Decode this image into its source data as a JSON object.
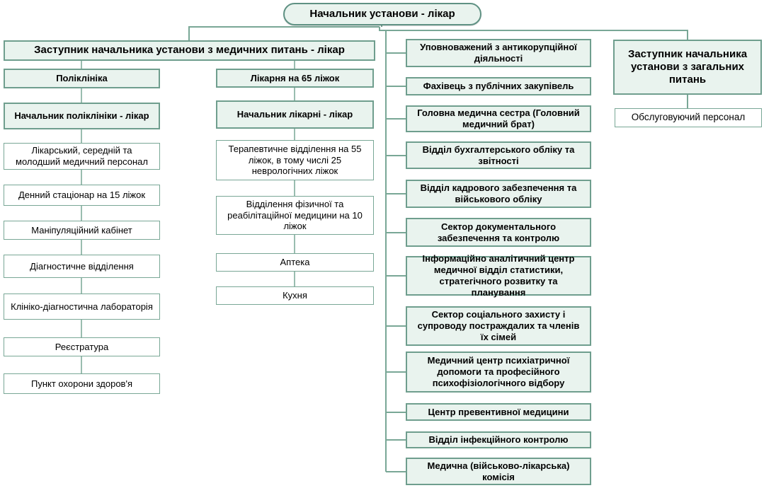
{
  "root": {
    "label": "Начальник установи - лікар"
  },
  "medical_branch": {
    "header": "Заступник начальника установи з медичних питань - лікар",
    "polyclinic": {
      "items": [
        {
          "label": "Поліклініка"
        },
        {
          "label": "Начальник поліклініки - лікар"
        },
        {
          "label": "Лікарський, середній та молодший медичний персонал"
        },
        {
          "label": "Денний стаціонар на 15 ліжок"
        },
        {
          "label": "Маніпуляційний кабінет"
        },
        {
          "label": "Діагностичне відділення"
        },
        {
          "label": "Клініко-діагностична лабораторія"
        },
        {
          "label": "Реєстратура"
        },
        {
          "label": "Пункт охорони здоров'я"
        }
      ]
    },
    "hospital": {
      "items": [
        {
          "label": "Лікарня на 65 ліжок"
        },
        {
          "label": "Начальник лікарні - лікар"
        },
        {
          "label": "Терапевтичне відділення на 55 ліжок, в тому числі 25 неврологічних ліжок"
        },
        {
          "label": "Відділення фізичної та реабілітаційної медицини на 10 ліжок"
        },
        {
          "label": "Аптека"
        },
        {
          "label": "Кухня"
        }
      ]
    }
  },
  "staff_units": {
    "items": [
      {
        "label": "Уповноважений з антикорупційної діяльності"
      },
      {
        "label": "Фахівець з публічних закупівель"
      },
      {
        "label": "Головна медична сестра (Головний медичний брат)"
      },
      {
        "label": "Відділ бухгалтерського обліку та звітності"
      },
      {
        "label": "Відділ кадрового забезпечення та військового обліку"
      },
      {
        "label": "Сектор документального забезпечення та контролю"
      },
      {
        "label": "Інформаційно аналітичний центр медичної відділ статистики, стратегічного розвитку та планування"
      },
      {
        "label": "Сектор соціального захисту і супроводу постраждалих та членів їх сімей"
      },
      {
        "label": "Медичний центр психіатричної допомоги та професійного психофізіологічного відбору"
      },
      {
        "label": "Центр превентивної медицини"
      },
      {
        "label": "Відділ інфекційного контролю"
      },
      {
        "label": "Медична (військово-лікарська) комісія"
      }
    ]
  },
  "general_branch": {
    "header": "Заступник начальника установи з загальних питань",
    "staff": "Обслуговуючий персонал"
  },
  "colors": {
    "box_fill": "#e9f3ee",
    "box_border": "#6f9e8e",
    "connector": "#79a796",
    "text": "#000000",
    "background": "#ffffff"
  }
}
